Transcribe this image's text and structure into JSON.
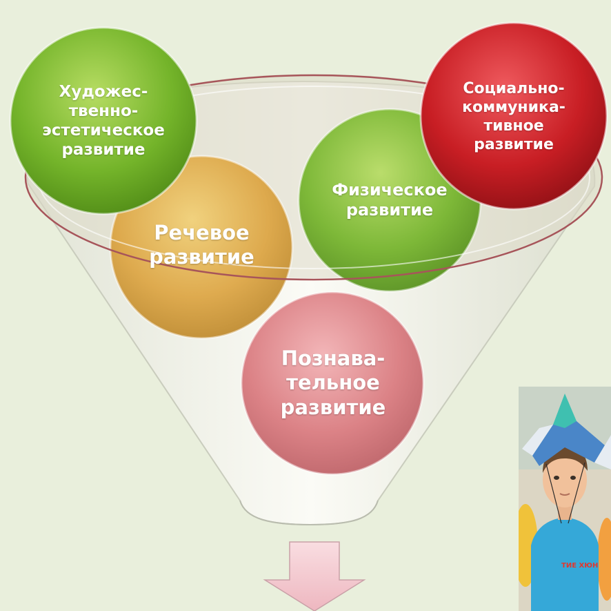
{
  "areas": [
    {
      "id": "art",
      "label": "Художес-\nтвенно-\nэстетическое\nразвитие",
      "color": "#7dba2f"
    },
    {
      "id": "speech",
      "label": "Речевое\nразвитие",
      "color": "#e2a83a"
    },
    {
      "id": "physical",
      "label": "Физическое\nразвитие",
      "color": "#7dba2f"
    },
    {
      "id": "social",
      "label": "Социально-\nкоммуника-\nтивное\nразвитие",
      "color": "#c81e24"
    },
    {
      "id": "cognitive",
      "label": "Познава-\nтельное\nразвитие",
      "color": "#d9787d"
    }
  ],
  "colors": {
    "background": "#e9efdc",
    "funnel": "#f1f2ea",
    "funnel_rim": "#a7555a",
    "arrow": "#f3c9cf"
  },
  "photo": {
    "subject": "child-with-paper-hat"
  }
}
